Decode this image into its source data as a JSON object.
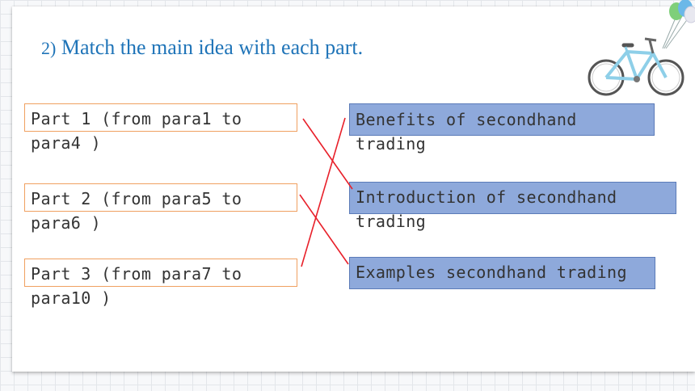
{
  "title": {
    "number": "2)",
    "text": " Match the main idea with each part."
  },
  "parts": [
    {
      "label": "Part 1 (from para1 to para4 )"
    },
    {
      "label": "Part 2 (from para5 to para6 )"
    },
    {
      "label": "Part 3 (from para7 to para10 )"
    }
  ],
  "ideas": [
    {
      "label": "Benefits of secondhand trading"
    },
    {
      "label": "Introduction of secondhand trading"
    },
    {
      "label": "Examples secondhand trading"
    }
  ],
  "colors": {
    "title": "#1f74b8",
    "part_border": "#f0a060",
    "idea_fill": "#8ea9db",
    "match_line": "#e8202a"
  },
  "decoration": {
    "icon": "bicycle-with-balloons-icon"
  }
}
